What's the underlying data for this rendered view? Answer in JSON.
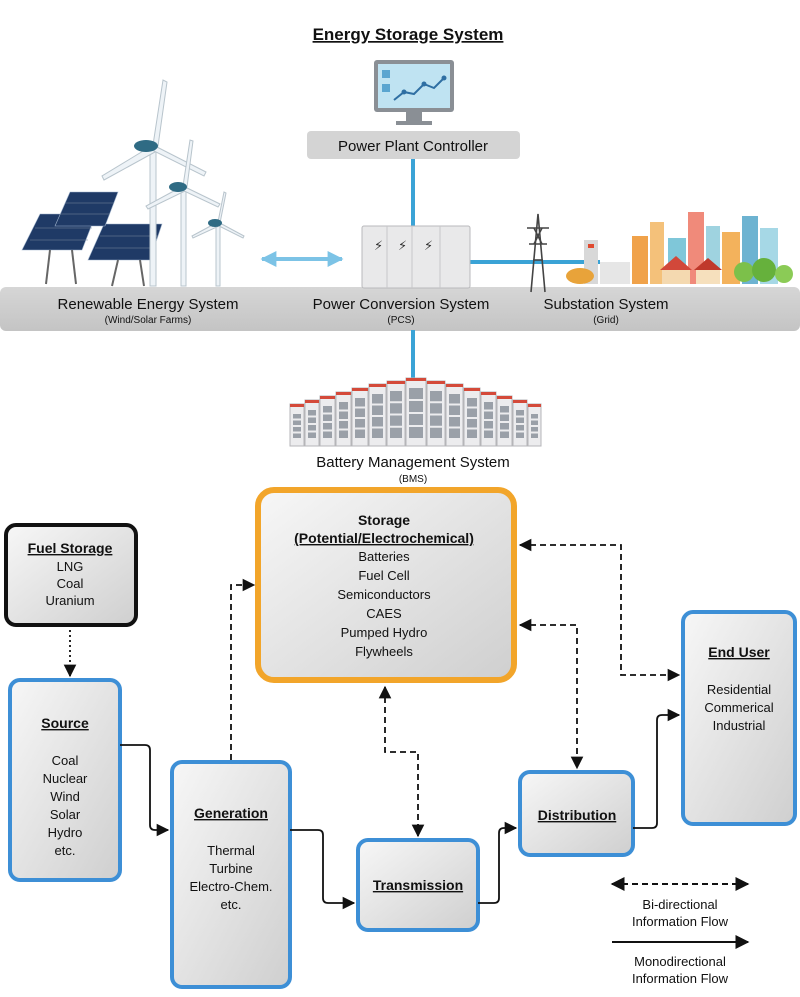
{
  "title": "Energy Storage System",
  "top": {
    "controller": "Power Plant Controller",
    "renewable": {
      "label": "Renewable Energy System",
      "sub": "(Wind/Solar Farms)"
    },
    "pcs": {
      "label": "Power Conversion System",
      "sub": "(PCS)"
    },
    "substation": {
      "label": "Substation System",
      "sub": "(Grid)"
    },
    "bms": {
      "label": "Battery Management System",
      "sub": "(BMS)"
    }
  },
  "flow": {
    "fuel": {
      "title": "Fuel Storage",
      "items": [
        "LNG",
        "Coal",
        "Uranium"
      ]
    },
    "source": {
      "title": "Source",
      "items": [
        "Coal",
        "Nuclear",
        "Wind",
        "Solar",
        "Hydro",
        "etc."
      ]
    },
    "generation": {
      "title": "Generation",
      "items": [
        "Thermal",
        "Turbine",
        "Electro-Chem.",
        "etc."
      ]
    },
    "storage": {
      "title_line1": "Storage",
      "title_line2": "(Potential/Electrochemical)",
      "items": [
        "Batteries",
        "Fuel Cell",
        "Semiconductors",
        "CAES",
        "Pumped Hydro",
        "Flywheels"
      ]
    },
    "transmission": {
      "title": "Transmission"
    },
    "distribution": {
      "title": "Distribution"
    },
    "enduser": {
      "title": "End User",
      "items": [
        "Residential",
        "Commerical",
        "Industrial"
      ]
    }
  },
  "legend": {
    "bi_line1": "Bi-directional",
    "bi_line2": "Information Flow",
    "mono_line1": "Monodirectional",
    "mono_line2": "Information Flow"
  },
  "colors": {
    "blue_border": "#3d8fd6",
    "orange_border": "#f2a52a",
    "link_blue": "#3aa3d6",
    "box_fill": "#e3e3e3"
  }
}
